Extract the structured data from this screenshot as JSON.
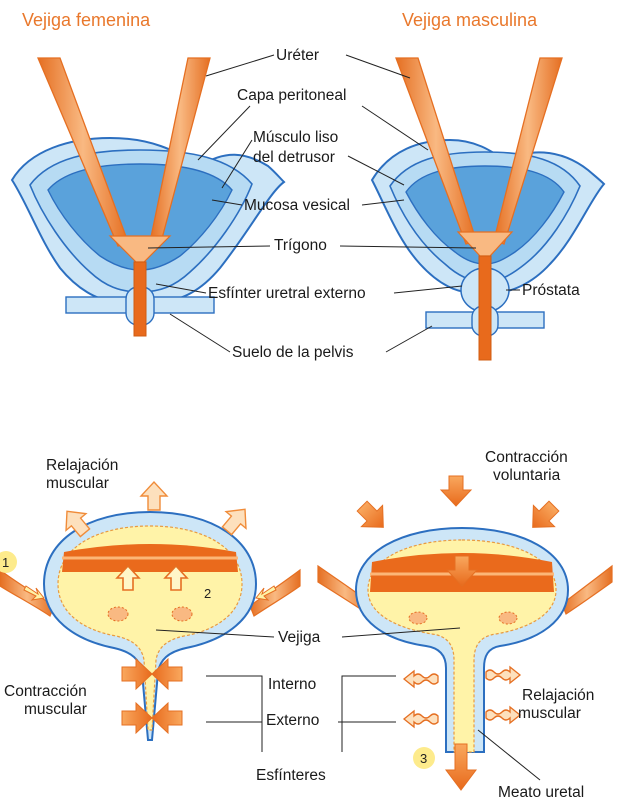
{
  "top": {
    "title_female": "Vejiga femenina",
    "title_male": "Vejiga masculina",
    "labels": {
      "ureter": "Uréter",
      "peritoneal": "Capa peritoneal",
      "detrusor_1": "Músculo liso",
      "detrusor_2": "del detrusor",
      "mucosa": "Mucosa vesical",
      "trigono": "Trígono",
      "esfinter": "Esfínter uretral externo",
      "prostata": "Próstata",
      "suelo": "Suelo de la pelvis"
    }
  },
  "bottom": {
    "labels": {
      "relajacion_top_1": "Relajación",
      "relajacion_top_2": "muscular",
      "contraccion_vol_1": "Contracción",
      "contraccion_vol_2": "voluntaria",
      "vejiga": "Vejiga",
      "interno": "Interno",
      "externo": "Externo",
      "esfinteres": "Esfínteres",
      "contraccion_musc_1": "Contracción",
      "contraccion_musc_2": "muscular",
      "relajacion_right_1": "Relajación",
      "relajacion_right_2": "muscular",
      "meato": "Meato uretal"
    },
    "steps": [
      "1",
      "2",
      "3"
    ]
  },
  "colors": {
    "orange": "#e9782c",
    "orange_light": "#f6b77a",
    "blue_outline": "#2c6fc0",
    "blue_fill": "#5aa2db",
    "blue_light": "#cde6f7",
    "yellow_fill": "#fff3a8"
  }
}
